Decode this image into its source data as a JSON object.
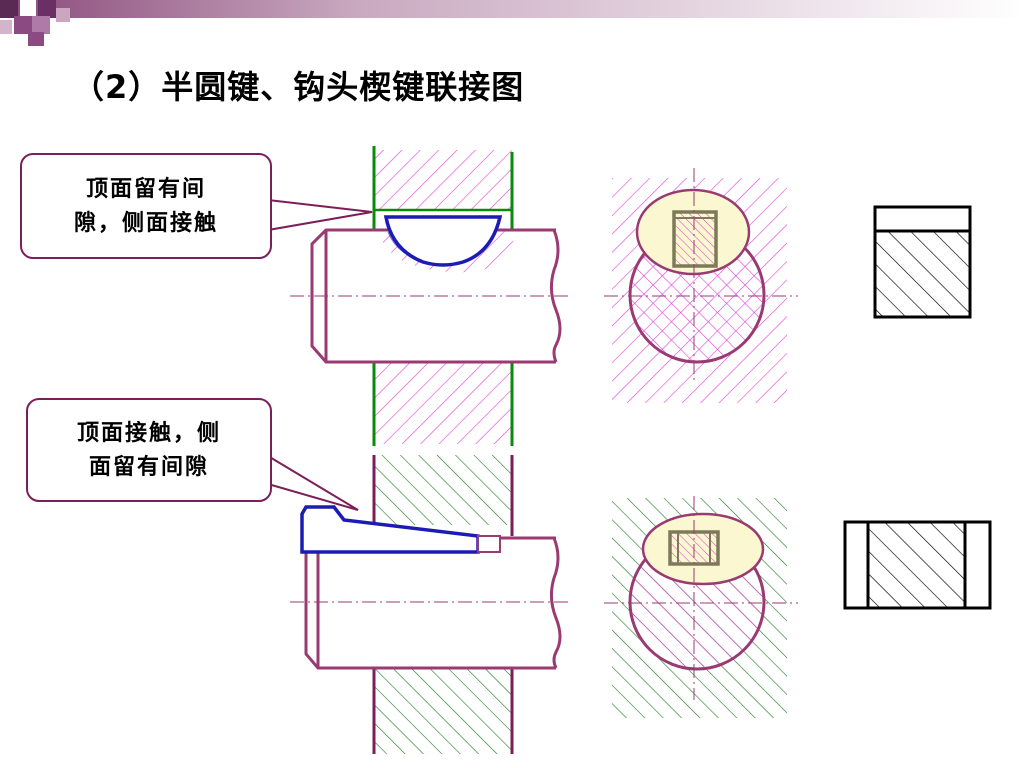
{
  "title": "（2）半圆键、钩头楔键联接图",
  "callouts": {
    "woodruff": {
      "line1": "顶面留有间",
      "line2": "隙，侧面接触"
    },
    "gib_head": {
      "line1": "顶面接触，侧",
      "line2": "面留有间隙"
    }
  },
  "colors": {
    "hatch_magenta": "#e040d8",
    "hatch_green": "#1f7a1f",
    "hub_line_green": "#0a8a0a",
    "shaft_outline": "#9a3a72",
    "key_outline": "#1c1cb4",
    "callout_border": "#7b1f5a",
    "key_highlight": "#fbf7d0",
    "key_section_outline": "#7d7a5a"
  },
  "icons": {
    "corner_decoration": "squares-pattern-icon"
  }
}
